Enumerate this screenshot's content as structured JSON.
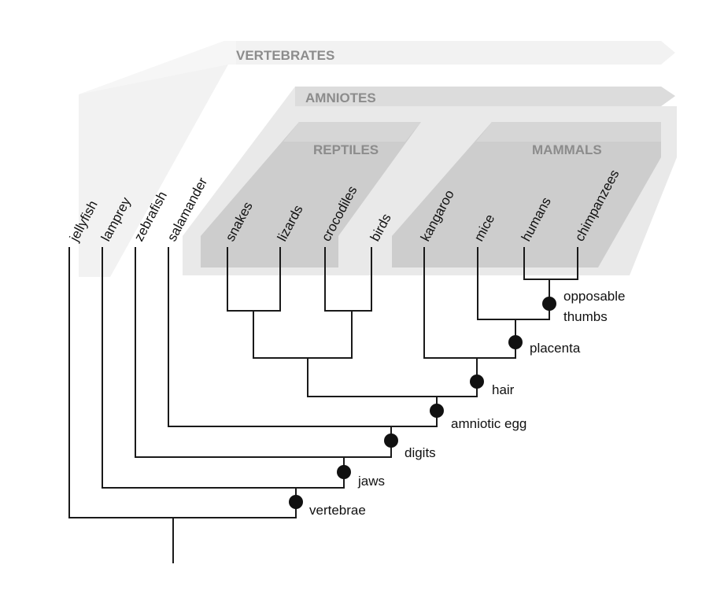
{
  "groups": {
    "vertebrates": "VERTEBRATES",
    "amniotes": "AMNIOTES",
    "reptiles": "REPTILES",
    "mammals": "MAMMALS"
  },
  "taxa": [
    "jellyfish",
    "lamprey",
    "zebrafish",
    "salamander",
    "snakes",
    "lizards",
    "crocodiles",
    "birds",
    "kangaroo",
    "mice",
    "humans",
    "chimpanzees"
  ],
  "traits": {
    "vertebrae": "vertebrae",
    "jaws": "jaws",
    "digits": "digits",
    "amniotic_egg": "amniotic egg",
    "hair": "hair",
    "placenta": "placenta",
    "opposable_thumbs_line1": "opposable",
    "opposable_thumbs_line2": "thumbs"
  },
  "colors": {
    "band_light": "#f1f1f1",
    "band_mid": "#e2e2e2",
    "band_dark": "#cfcfcf",
    "label_gray": "#8c8c8c",
    "line": "#1a1a1a"
  }
}
